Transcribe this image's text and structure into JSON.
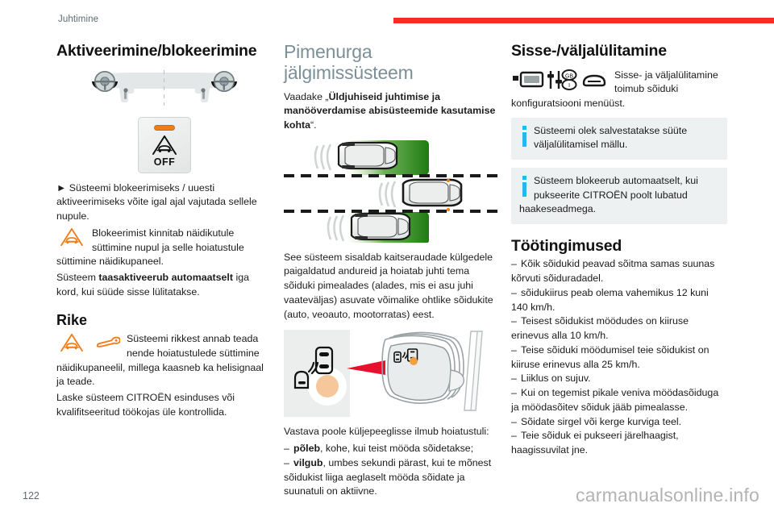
{
  "header": {
    "breadcrumb": "Juhtimine",
    "rule_color": "#fa2a2a"
  },
  "colors": {
    "accent_red": "#fa2a2a",
    "heading_grey": "#7b8f97",
    "info_blue": "#29b6e8",
    "warning_orange": "#f07d18",
    "zone_green": "#2f8c1e"
  },
  "column_1": {
    "heading": "Aktiveerimine/blokeerimine",
    "figure_button": {
      "label": "OFF",
      "led_color": "#f07d18"
    },
    "para_1": "► Süsteemi blokeerimiseks / uuesti aktiveerimiseks võite igal ajal vajutada sellele nupule.",
    "para_2": "Blokeerimist kinnitab näidikutule süttimine nupul ja selle hoiatustule süttimine näidikupaneel.",
    "para_3_pre": "Süsteem ",
    "para_3_bold": "taasaktiveerub automaatselt",
    "para_3_post": " iga kord, kui süüde sisse lülitatakse.",
    "heading_2": "Rike",
    "para_4": "Süsteemi rikkest annab teada nende hoiatustulede süttimine näidikupaneelil, millega kaasneb ka helisignaal ja teade.",
    "para_5": "Laske süsteem CITROËN esinduses või kvalifitseeritud töökojas üle kontrollida."
  },
  "column_2": {
    "heading": "Pimenurga jälgimissüsteem",
    "para_1_pre": "Vaadake „",
    "para_1_bold": "Üldjuhiseid juhtimise ja manööverdamise abisüsteemide kasutamise kohta",
    "para_1_post": "“.",
    "para_2": "See süsteem sisaldab kaitseraudade külgedele paigaldatud andureid ja hoiatab juhti tema sõiduki pimealades (alades, mis ei asu juhi vaateväljas) asuvate võimalike ohtlike sõidukite (auto, veoauto, mootorratas) eest.",
    "para_3": "Vastava poole küljepeeglisse ilmub hoiatustuli:",
    "bullets": [
      {
        "bold": "põleb",
        "rest": ", kohe, kui teist mööda sõidetakse;"
      },
      {
        "bold": "vilgub",
        "rest": ", umbes sekundi pärast, kui te mõnest sõidukist liiga aeglaselt mööda sõidate ja suunatuli on aktiivne."
      }
    ]
  },
  "column_3": {
    "heading": "Sisse-/väljalülitamine",
    "icons": [
      "display-icon",
      "settings-sliders-icon",
      "car-front-icon"
    ],
    "slider_labels": [
      "GB",
      "I"
    ],
    "para_1": "Sisse- ja väljalülitamine toimub sõiduki konfiguratsiooni menüüst.",
    "info_boxes": [
      "Süsteemi olek salvestatakse süüte väljalülitamisel mällu.",
      "Süsteem blokeerub automaatselt, kui pukseerite CITROËN poolt lubatud haakeseadmega."
    ],
    "heading_2": "Töötingimused",
    "conditions": [
      "Kõik sõidukid peavad sõitma samas suunas kõrvuti sõiduradadel.",
      "sõidukiirus peab olema vahemikus 12 kuni 140 km/h.",
      "Teisest sõidukist möödudes on kiiruse erinevus alla 10 km/h.",
      "Teise sõiduki möödumisel teie sõidukist on kiiruse erinevus alla 25 km/h.",
      "Liiklus on sujuv.",
      "Kui on tegemist pikale veniva möödasõiduga ja möödasõitev sõiduk jääb pimealasse.",
      "Sõidate sirgel või kerge kurviga teel.",
      "Teie sõiduk ei pukseeri järelhaagist, haagissuvilat jne."
    ]
  },
  "footer": {
    "page_number": "122",
    "brand": "carmanualsonline.info"
  }
}
